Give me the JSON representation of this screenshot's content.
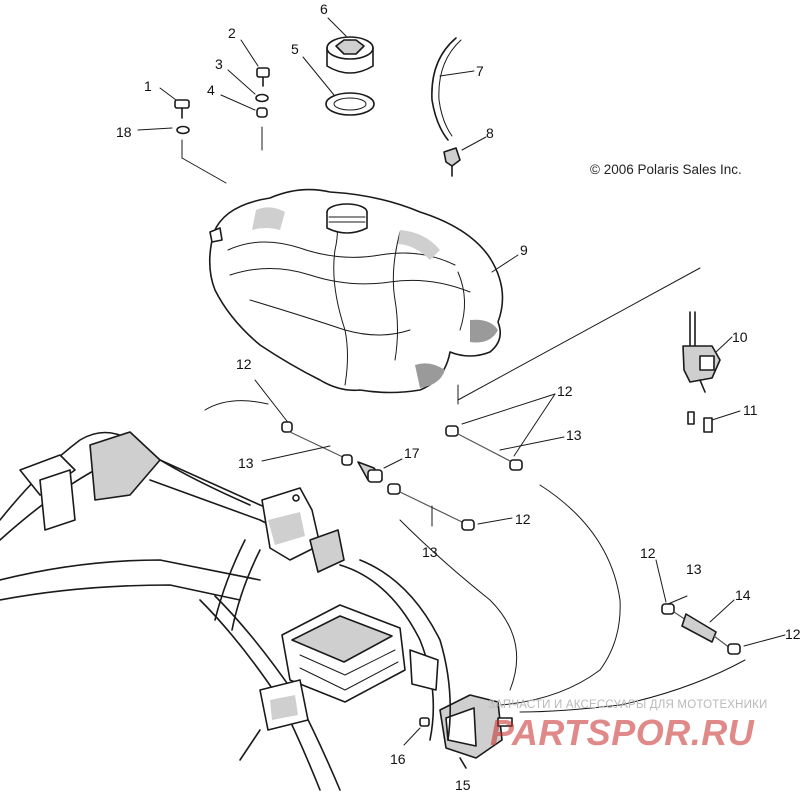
{
  "copyright": "© 2006 Polaris Sales Inc.",
  "watermark": {
    "tagline": "ЗАПЧАСТИ И АКСЕССУАРЫ ДЛЯ МОТОТЕХНИКИ",
    "logo": "PARTSPOR.RU"
  },
  "callouts": {
    "c1": "1",
    "c2": "2",
    "c3": "3",
    "c4": "4",
    "c5": "5",
    "c6": "6",
    "c7": "7",
    "c8": "8",
    "c9": "9",
    "c10": "10",
    "c11": "11",
    "c12a": "12",
    "c12b": "12",
    "c12c": "12",
    "c12d": "12",
    "c12e": "12",
    "c13a": "13",
    "c13b": "13",
    "c13c": "13",
    "c13d": "13",
    "c14": "14",
    "c15": "15",
    "c16": "16",
    "c17": "17",
    "c18": "18"
  },
  "parts": [
    {
      "name": "screw",
      "icon": "screw-icon"
    },
    {
      "name": "washer",
      "icon": "washer-icon"
    },
    {
      "name": "fuel-cap",
      "icon": "cap-icon"
    },
    {
      "name": "fuel-cap-gasket",
      "icon": "ring-icon"
    },
    {
      "name": "vent-hose",
      "icon": "hose-icon"
    },
    {
      "name": "check-valve",
      "icon": "valve-icon"
    },
    {
      "name": "fuel-tank",
      "icon": "tank-icon"
    },
    {
      "name": "fuel-valve",
      "icon": "petcock-icon"
    },
    {
      "name": "clamp",
      "icon": "clamp-icon"
    },
    {
      "name": "fuel-line",
      "icon": "line-icon"
    },
    {
      "name": "fuel-filter",
      "icon": "filter-icon"
    },
    {
      "name": "fuel-pump",
      "icon": "pump-icon"
    },
    {
      "name": "fitting",
      "icon": "fitting-icon"
    },
    {
      "name": "frame",
      "icon": "frame-icon"
    }
  ]
}
